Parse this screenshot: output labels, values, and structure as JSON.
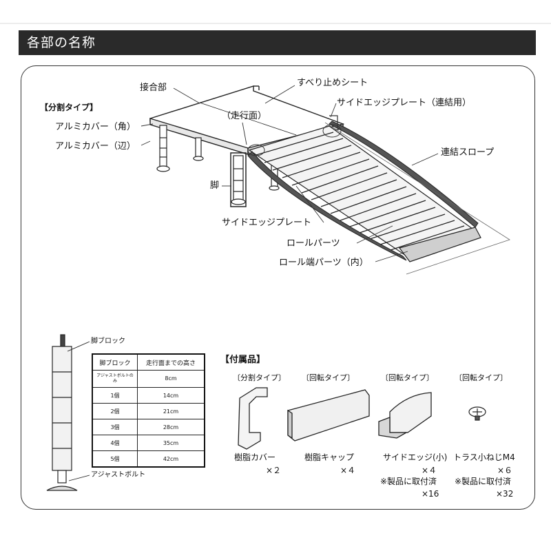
{
  "section_title": "各部の名称",
  "diagram": {
    "type_label": "【分割タイプ】",
    "labels": {
      "joint": "接合部",
      "anti_slip": "すべり止めシート",
      "side_edge_link": "サイドエッジプレート（連結用）",
      "running_surface": "（走行面）",
      "alu_corner": "アルミカバー（角）",
      "alu_edge": "アルミカバー（辺）",
      "link_slope": "連結スロープ",
      "leg": "脚",
      "side_edge": "サイドエッジプレート",
      "roll_parts": "ロールパーツ",
      "roll_end": "ロール端パーツ（内）"
    }
  },
  "leg_block": {
    "label": "脚ブロック",
    "bolt_label": "アジャストボルト"
  },
  "height_table": {
    "headers": [
      "脚ブロック",
      "走行面までの高さ"
    ],
    "rows": [
      [
        "アジャストボルトのみ",
        "8cm"
      ],
      [
        "1個",
        "14cm"
      ],
      [
        "2個",
        "21cm"
      ],
      [
        "3個",
        "28cm"
      ],
      [
        "4個",
        "35cm"
      ],
      [
        "5個",
        "42cm"
      ]
    ]
  },
  "accessories": {
    "title": "【付属品】",
    "items": [
      {
        "type": "〔分割タイプ〕",
        "name": "樹脂カバー",
        "qty": "×２",
        "note": "",
        "note_qty": ""
      },
      {
        "type": "〔回転タイプ〕",
        "name": "樹脂キャップ",
        "qty": "×４",
        "note": "",
        "note_qty": ""
      },
      {
        "type": "〔回転タイプ〕",
        "name": "サイドエッジ(小)",
        "qty": "×４",
        "note": "※製品に取付済",
        "note_qty": "×16"
      },
      {
        "type": "〔回転タイプ〕",
        "name": "トラス小ねじM4",
        "qty": "×６",
        "note": "※製品に取付済",
        "note_qty": "×32"
      }
    ]
  }
}
